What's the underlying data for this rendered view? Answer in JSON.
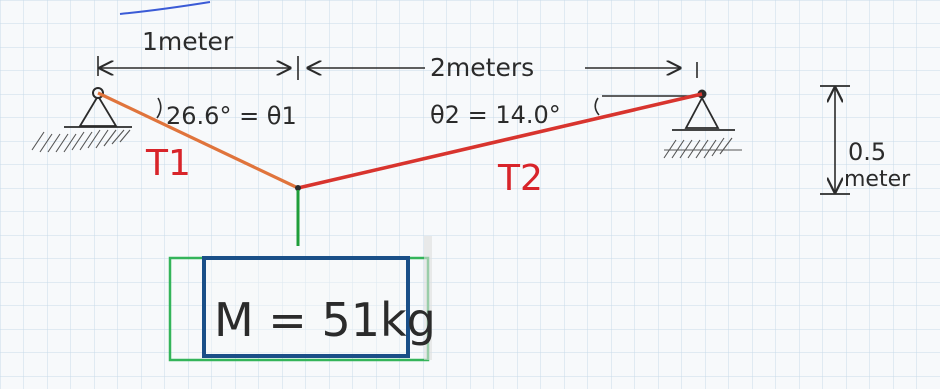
{
  "labels": {
    "dim_left": "1meter",
    "dim_right": "2meters",
    "theta1": "26.6° = θ1",
    "theta2": "θ2 = 14.0°",
    "T1": "T1",
    "T2": "T2",
    "height_value": "0.5",
    "height_unit": "meter",
    "mass": "M = 51kg"
  },
  "colors": {
    "paper": "#f7f9fb",
    "grid": "#c9dbea",
    "ink": "#2b2b2b",
    "rope_left": "#e0743c",
    "rope_right": "#d8342e",
    "label_red": "#d8242a",
    "vertical_rope": "#1f9e3a",
    "box_outer": "#34b45a",
    "box_inner": "#1a4f88"
  }
}
